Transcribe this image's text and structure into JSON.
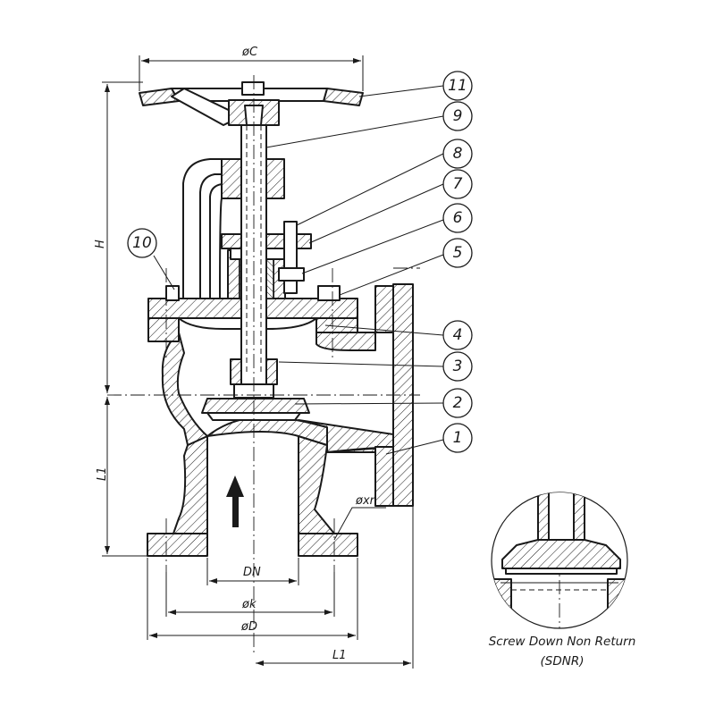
{
  "dimensions": {
    "handwheel_diameter": "øC",
    "height": "H",
    "face_to_center_vertical": "L1",
    "face_to_center_horizontal": "L1",
    "nominal_diameter": "DN",
    "bolt_circle_diameter": "øk",
    "flange_diameter": "øD",
    "bolt_holes": "øxn"
  },
  "balloons": [
    "1",
    "2",
    "3",
    "4",
    "5",
    "6",
    "7",
    "8",
    "9",
    "10",
    "11"
  ],
  "detail": {
    "caption_line1": "Screw Down Non Return",
    "caption_line2": "(SDNR)"
  },
  "icons": {
    "flow_direction": "arrow-up-icon"
  }
}
